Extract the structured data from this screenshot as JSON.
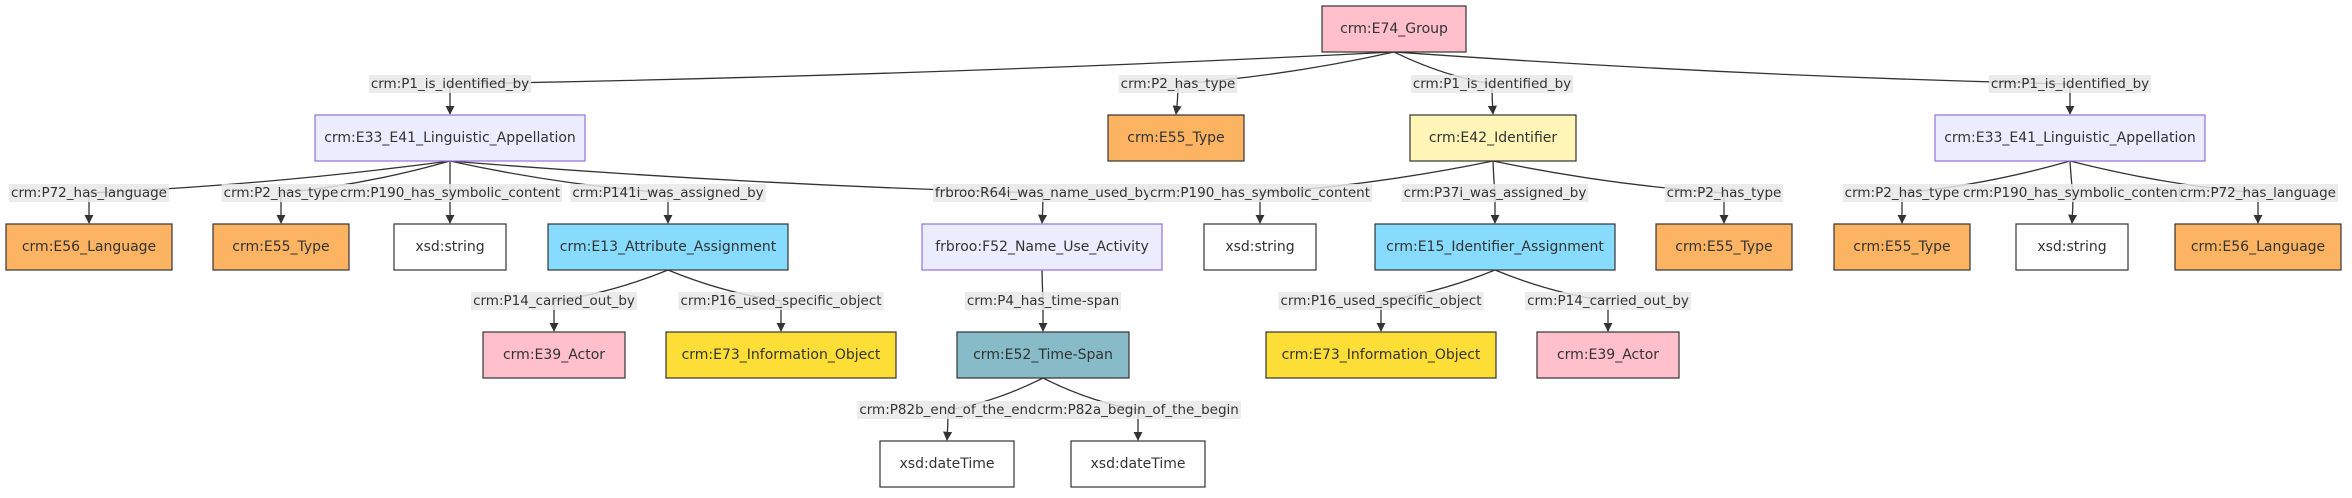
{
  "colors": {
    "group": {
      "fill": "#FFC0CB",
      "stroke": "#333333"
    },
    "appellation": {
      "fill": "#ECECFF",
      "stroke": "#9370DB"
    },
    "type": {
      "fill": "#FDB462",
      "stroke": "#333333"
    },
    "identifier": {
      "fill": "#FFF5B6",
      "stroke": "#333333"
    },
    "literal": {
      "fill": "#FFFFFF",
      "stroke": "#333333"
    },
    "assignment": {
      "fill": "#86DBFF",
      "stroke": "#333333"
    },
    "actor": {
      "fill": "#FFC0CB",
      "stroke": "#333333"
    },
    "info_object": {
      "fill": "#FDDE36",
      "stroke": "#333333"
    },
    "timespan": {
      "fill": "#86BBC7",
      "stroke": "#333333"
    },
    "edge": "#333333",
    "label_bg": "#e8e8e8"
  },
  "nodes": [
    {
      "id": "n_group",
      "label": "crm:E74_Group",
      "class": "group"
    },
    {
      "id": "n_app1",
      "label": "crm:E33_E41_Linguistic_Appellation",
      "class": "appellation"
    },
    {
      "id": "n_type0",
      "label": "crm:E55_Type",
      "class": "type"
    },
    {
      "id": "n_ident",
      "label": "crm:E42_Identifier",
      "class": "identifier"
    },
    {
      "id": "n_app2",
      "label": "crm:E33_E41_Linguistic_Appellation",
      "class": "appellation"
    },
    {
      "id": "n_lang1",
      "label": "crm:E56_Language",
      "class": "type"
    },
    {
      "id": "n_type1",
      "label": "crm:E55_Type",
      "class": "type"
    },
    {
      "id": "n_str1",
      "label": "xsd:string",
      "class": "literal"
    },
    {
      "id": "n_attr",
      "label": "crm:E13_Attribute_Assignment",
      "class": "assignment"
    },
    {
      "id": "n_nameuse",
      "label": "frbroo:F52_Name_Use_Activity",
      "class": "appellation"
    },
    {
      "id": "n_str2",
      "label": "xsd:string",
      "class": "literal"
    },
    {
      "id": "n_idassign",
      "label": "crm:E15_Identifier_Assignment",
      "class": "assignment"
    },
    {
      "id": "n_type2",
      "label": "crm:E55_Type",
      "class": "type"
    },
    {
      "id": "n_type3",
      "label": "crm:E55_Type",
      "class": "type"
    },
    {
      "id": "n_str3",
      "label": "xsd:string",
      "class": "literal"
    },
    {
      "id": "n_lang2",
      "label": "crm:E56_Language",
      "class": "type"
    },
    {
      "id": "n_actor1",
      "label": "crm:E39_Actor",
      "class": "actor"
    },
    {
      "id": "n_info1",
      "label": "crm:E73_Information_Object",
      "class": "info_object"
    },
    {
      "id": "n_timespan",
      "label": "crm:E52_Time-Span",
      "class": "timespan"
    },
    {
      "id": "n_info2",
      "label": "crm:E73_Information_Object",
      "class": "info_object"
    },
    {
      "id": "n_actor2",
      "label": "crm:E39_Actor",
      "class": "actor"
    },
    {
      "id": "n_dt1",
      "label": "xsd:dateTime",
      "class": "literal"
    },
    {
      "id": "n_dt2",
      "label": "xsd:dateTime",
      "class": "literal"
    }
  ],
  "edges": [
    {
      "from": "n_group",
      "to": "n_app1",
      "label": "crm:P1_is_identified_by"
    },
    {
      "from": "n_group",
      "to": "n_type0",
      "label": "crm:P2_has_type"
    },
    {
      "from": "n_group",
      "to": "n_ident",
      "label": "crm:P1_is_identified_by"
    },
    {
      "from": "n_group",
      "to": "n_app2",
      "label": "crm:P1_is_identified_by"
    },
    {
      "from": "n_app1",
      "to": "n_lang1",
      "label": "crm:P72_has_language"
    },
    {
      "from": "n_app1",
      "to": "n_type1",
      "label": "crm:P2_has_type"
    },
    {
      "from": "n_app1",
      "to": "n_str1",
      "label": "crm:P190_has_symbolic_content"
    },
    {
      "from": "n_app1",
      "to": "n_attr",
      "label": "crm:P141i_was_assigned_by"
    },
    {
      "from": "n_app1",
      "to": "n_nameuse",
      "label": "frbroo:R64i_was_name_used_by"
    },
    {
      "from": "n_ident",
      "to": "n_str2",
      "label": "crm:P190_has_symbolic_content"
    },
    {
      "from": "n_ident",
      "to": "n_idassign",
      "label": "crm:P37i_was_assigned_by"
    },
    {
      "from": "n_ident",
      "to": "n_type2",
      "label": "crm:P2_has_type"
    },
    {
      "from": "n_app2",
      "to": "n_type3",
      "label": "crm:P2_has_type"
    },
    {
      "from": "n_app2",
      "to": "n_str3",
      "label": "crm:P190_has_symbolic_content"
    },
    {
      "from": "n_app2",
      "to": "n_lang2",
      "label": "crm:P72_has_language"
    },
    {
      "from": "n_attr",
      "to": "n_actor1",
      "label": "crm:P14_carried_out_by"
    },
    {
      "from": "n_attr",
      "to": "n_info1",
      "label": "crm:P16_used_specific_object"
    },
    {
      "from": "n_nameuse",
      "to": "n_timespan",
      "label": "crm:P4_has_time-span"
    },
    {
      "from": "n_idassign",
      "to": "n_info2",
      "label": "crm:P16_used_specific_object"
    },
    {
      "from": "n_idassign",
      "to": "n_actor2",
      "label": "crm:P14_carried_out_by"
    },
    {
      "from": "n_timespan",
      "to": "n_dt1",
      "label": "crm:P82b_end_of_the_end"
    },
    {
      "from": "n_timespan",
      "to": "n_dt2",
      "label": "crm:P82a_begin_of_the_begin"
    }
  ]
}
